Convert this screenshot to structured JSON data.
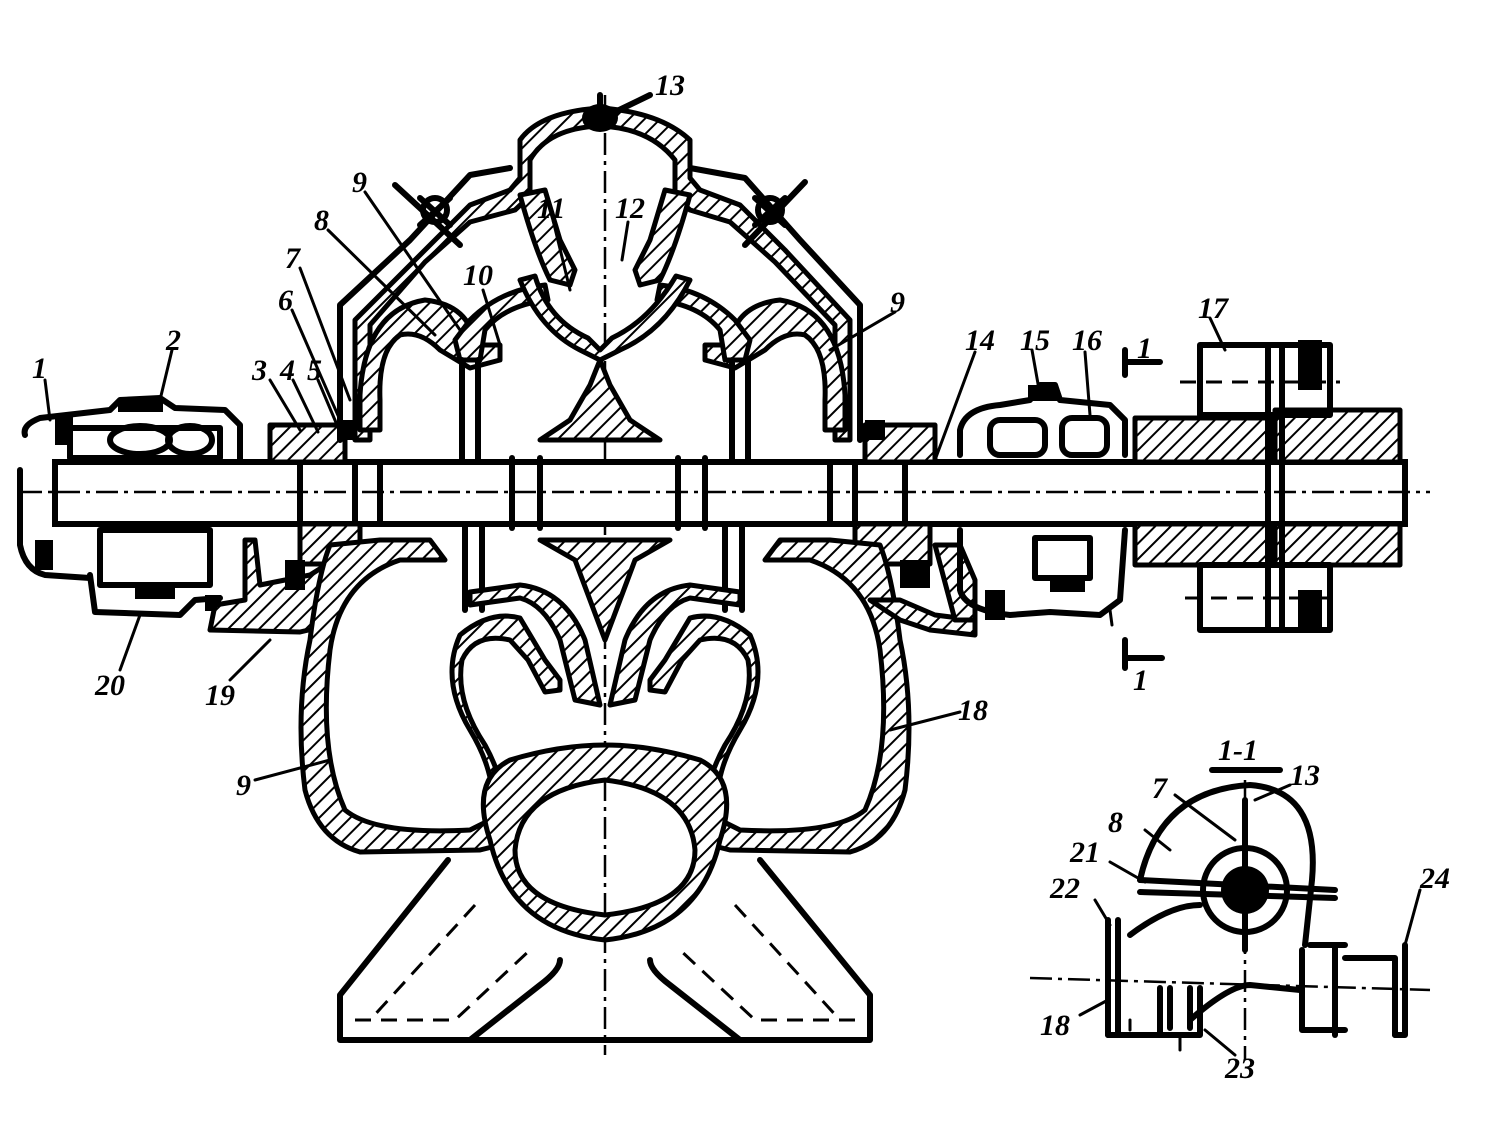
{
  "figure": {
    "callouts": {
      "c1": "1",
      "c2": "2",
      "c3": "3",
      "c4": "4",
      "c5": "5",
      "c6": "6",
      "c7": "7",
      "c8": "8",
      "c9a": "9",
      "c9b": "9",
      "c9c": "9",
      "c10": "10",
      "c11": "11",
      "c12": "12",
      "c13": "13",
      "c14": "14",
      "c15": "15",
      "c16": "16",
      "c17": "17",
      "c18": "18",
      "c19": "19",
      "c20": "20",
      "cut_top": "1",
      "cut_bottom": "1"
    },
    "section": {
      "title": "1-1",
      "callouts": {
        "s7": "7",
        "s8": "8",
        "s13": "13",
        "s21": "21",
        "s22": "22",
        "s23": "23",
        "s24": "24",
        "s18": "18"
      }
    }
  }
}
